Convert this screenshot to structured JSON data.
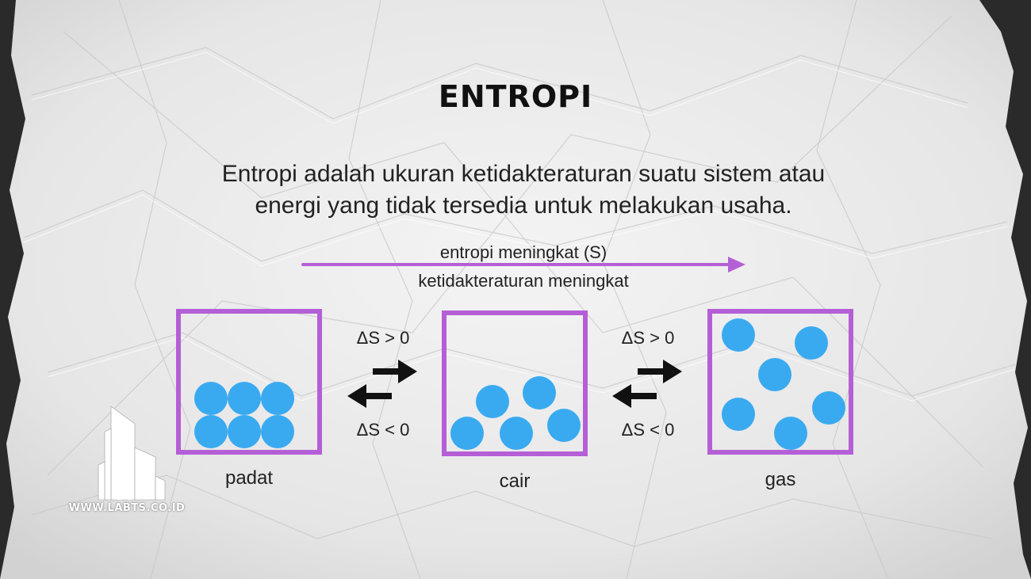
{
  "title": "ENTROPI",
  "description": {
    "line1": "Entropi adalah ukuran ketidakteraturan suatu sistem atau",
    "line2": "energi yang tidak tersedia untuk melakukan usaha."
  },
  "trend_arrow": {
    "label_top": "entropi meningkat (S)",
    "label_bottom": "ketidakteraturan meningkat",
    "color": "#b45fd6"
  },
  "states": [
    {
      "id": "padat",
      "label": "padat"
    },
    {
      "id": "cair",
      "label": "cair"
    },
    {
      "id": "gas",
      "label": "gas"
    }
  ],
  "transitions": [
    {
      "forward": "ΔS > 0",
      "backward": "ΔS < 0"
    },
    {
      "forward": "ΔS > 0",
      "backward": "ΔS < 0"
    }
  ],
  "colors": {
    "box_border": "#b45fd6",
    "particle": "#3aaaf0",
    "paper": "#ececec"
  },
  "watermark": {
    "text": "WWW.LABTS.CO.ID",
    "icon": "building-logo-icon"
  }
}
